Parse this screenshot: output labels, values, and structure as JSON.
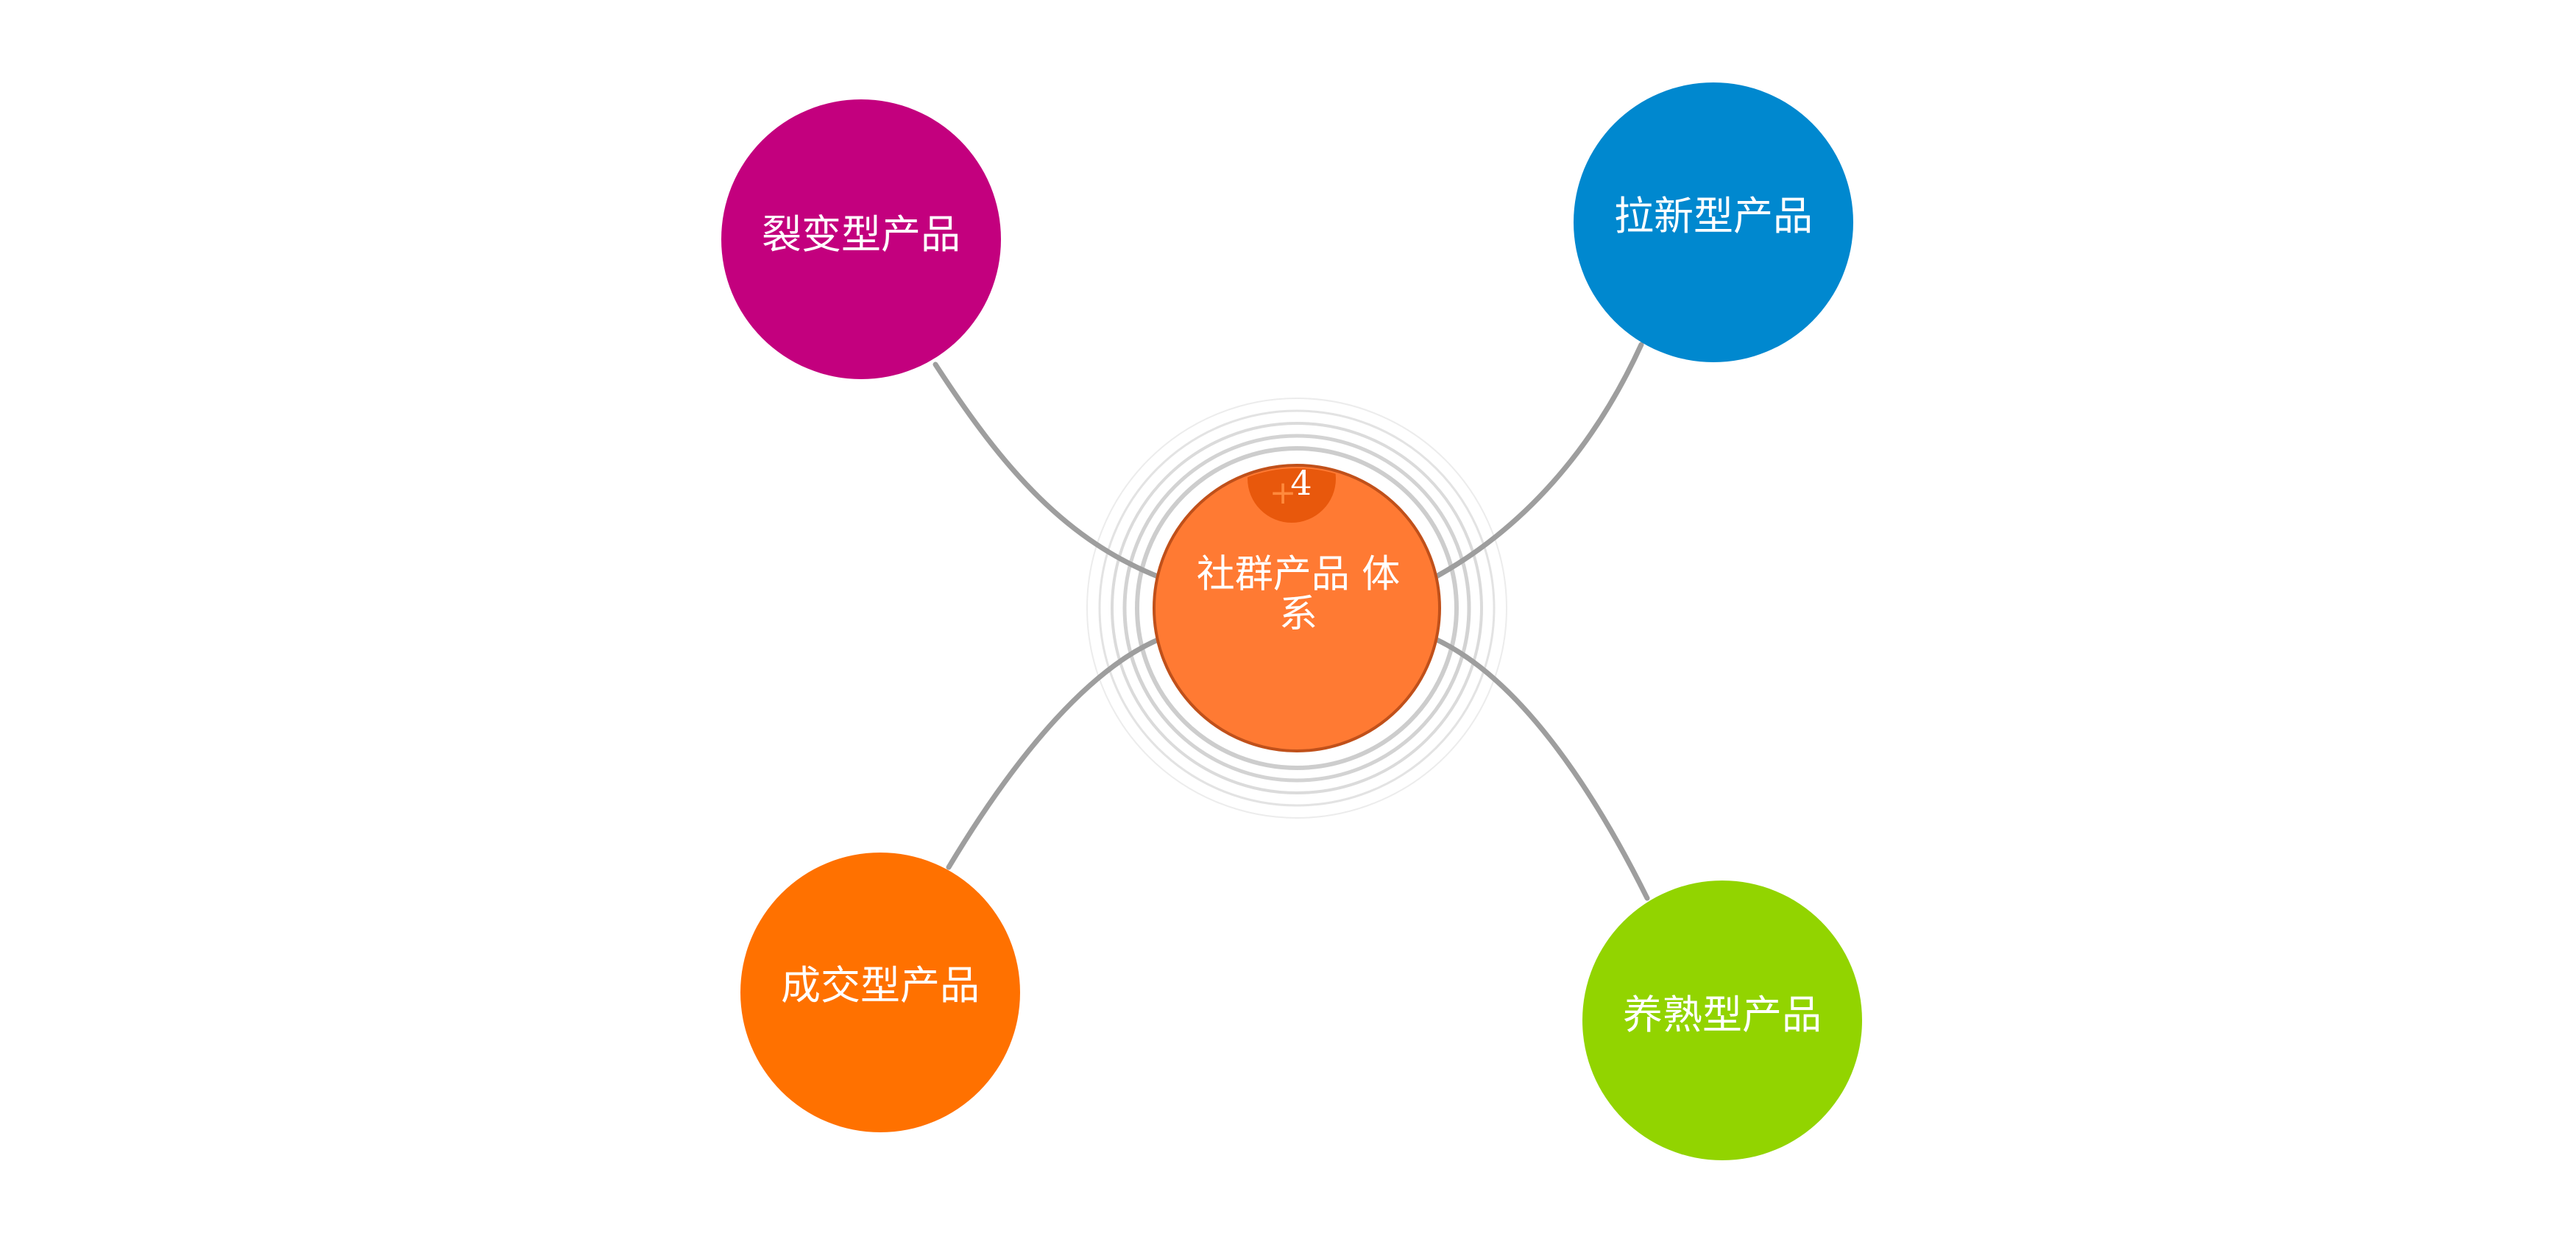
{
  "center": {
    "label_line1": "社群产品 体",
    "label_line2": "系",
    "badge_count": "4",
    "badge_icon": "plus-icon",
    "color": "#FF7A33",
    "border_color": "#C0501A",
    "badge_color": "#E8580C"
  },
  "nodes": [
    {
      "label": "裂变型产品",
      "color": "#C3007E"
    },
    {
      "label": "拉新型产品",
      "color": "#0088CF"
    },
    {
      "label": "成交型产品",
      "color": "#FF7100"
    },
    {
      "label": "养熟型产品",
      "color": "#92D400"
    }
  ],
  "connector_color": "#9E9E9E",
  "ring_color": "#C8C8C8"
}
